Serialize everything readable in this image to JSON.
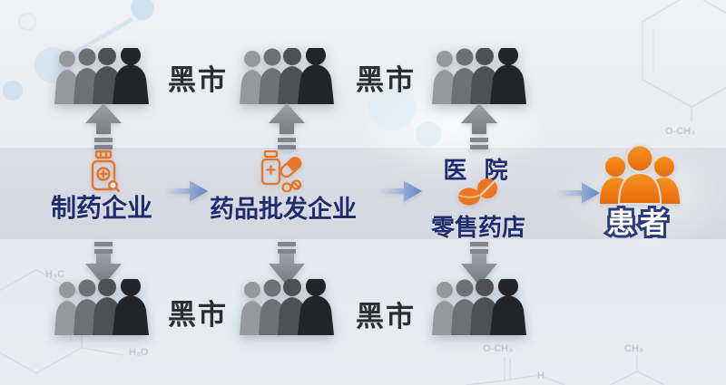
{
  "colors": {
    "accent_orange": "#ED7420",
    "label_navy": "#202C6E",
    "label_dark": "#2B2E33",
    "arrow_gray": "#8A8F96",
    "arrow_blue": "#5E82C4",
    "band_gray": "#D7DAE2"
  },
  "rows": {
    "top": {
      "groups": [
        {
          "icon": "crowd-silhouette-icon",
          "label": "黑市"
        },
        {
          "icon": "crowd-silhouette-icon",
          "label": "黑市"
        },
        {
          "icon": "crowd-silhouette-icon",
          "label": ""
        }
      ]
    },
    "bottom": {
      "groups": [
        {
          "icon": "crowd-silhouette-icon",
          "label": "黑市"
        },
        {
          "icon": "crowd-silhouette-icon",
          "label": "黑市"
        },
        {
          "icon": "crowd-silhouette-icon",
          "label": ""
        }
      ]
    }
  },
  "chain": {
    "manufacturer": {
      "icon": "medicine-bottle-icon",
      "label": "制药企业"
    },
    "wholesaler": {
      "icon": "bottle-capsule-icon",
      "label": "药品批发企业"
    },
    "dispenser": {
      "icon": "pills-icon",
      "label_top": "医 院",
      "label_bottom": "零售药店"
    },
    "patients": {
      "icon": "patients-group-icon",
      "label": "患者"
    }
  },
  "decor": {
    "chem_labels": {
      "top_right": "O-CH₃",
      "h3c": "H₃C",
      "h2o": "H₂O",
      "och3": "O-CH₃",
      "h": "H",
      "ch3": "CH₃"
    }
  }
}
